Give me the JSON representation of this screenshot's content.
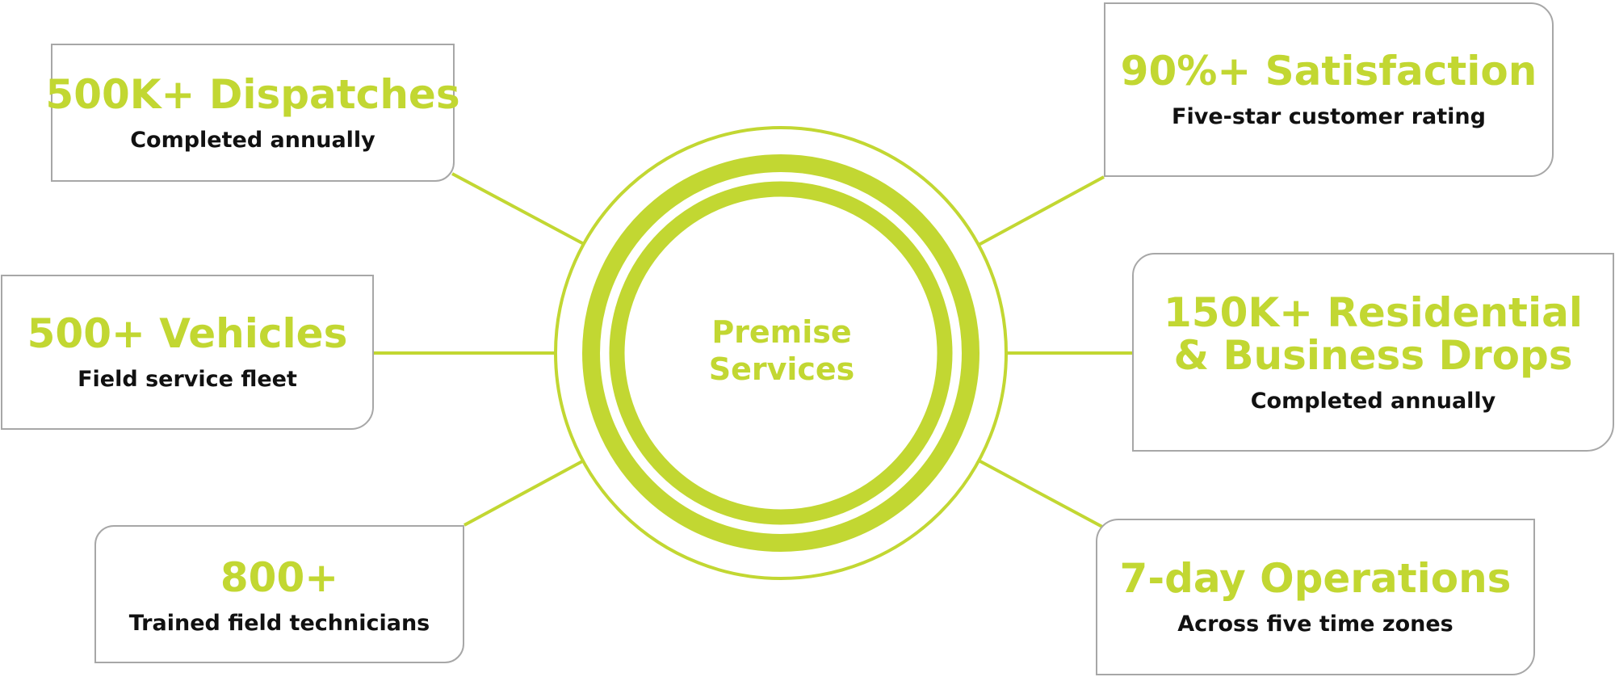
{
  "hub": {
    "label_line1": "Premise",
    "label_line2": "Services"
  },
  "cards": {
    "dispatches": {
      "stat": "500K+ Dispatches",
      "desc": "Completed annually"
    },
    "vehicles": {
      "stat": "500+ Vehicles",
      "desc": "Field service fleet"
    },
    "technicians": {
      "stat": "800+",
      "desc": "Trained field technicians"
    },
    "satisfaction": {
      "stat": "90%+ Satisfaction",
      "desc": "Five-star customer rating"
    },
    "drops": {
      "stat_line1": "150K+ Residential",
      "stat_line2": "& Business Drops",
      "desc": "Completed annually"
    },
    "operations": {
      "stat": "7-day Operations",
      "desc": "Across five time zones"
    }
  },
  "colors": {
    "accent": "#c2d732",
    "border": "#a7a7a7",
    "text": "#111111",
    "background": "#ffffff"
  }
}
